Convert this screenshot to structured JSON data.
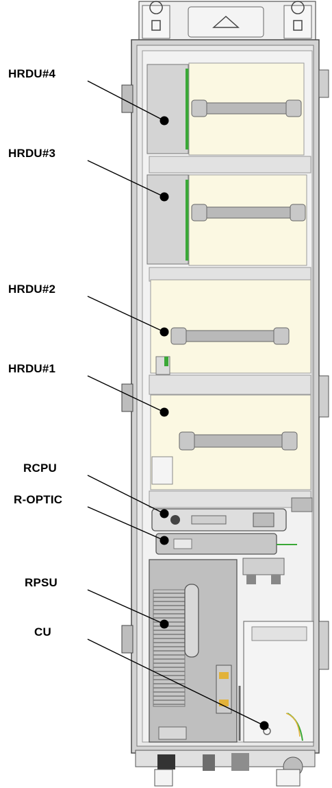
{
  "labels": {
    "hrdu4": "HRDU#4",
    "hrdu3": "HRDU#3",
    "hrdu2": "HRDU#2",
    "hrdu1": "HRDU#1",
    "rcpu": "RCPU",
    "roptic": "R-OPTIC",
    "rpsu": "RPSU",
    "cu": "CU"
  },
  "colors": {
    "module_fill": "#fbf8e2",
    "cabinet_frame": "#c9c9c9",
    "cabinet_inner": "#eeeeee",
    "psu_fill": "#bdbdbd",
    "accent_green": "#3aa837",
    "leader": "#000000"
  }
}
